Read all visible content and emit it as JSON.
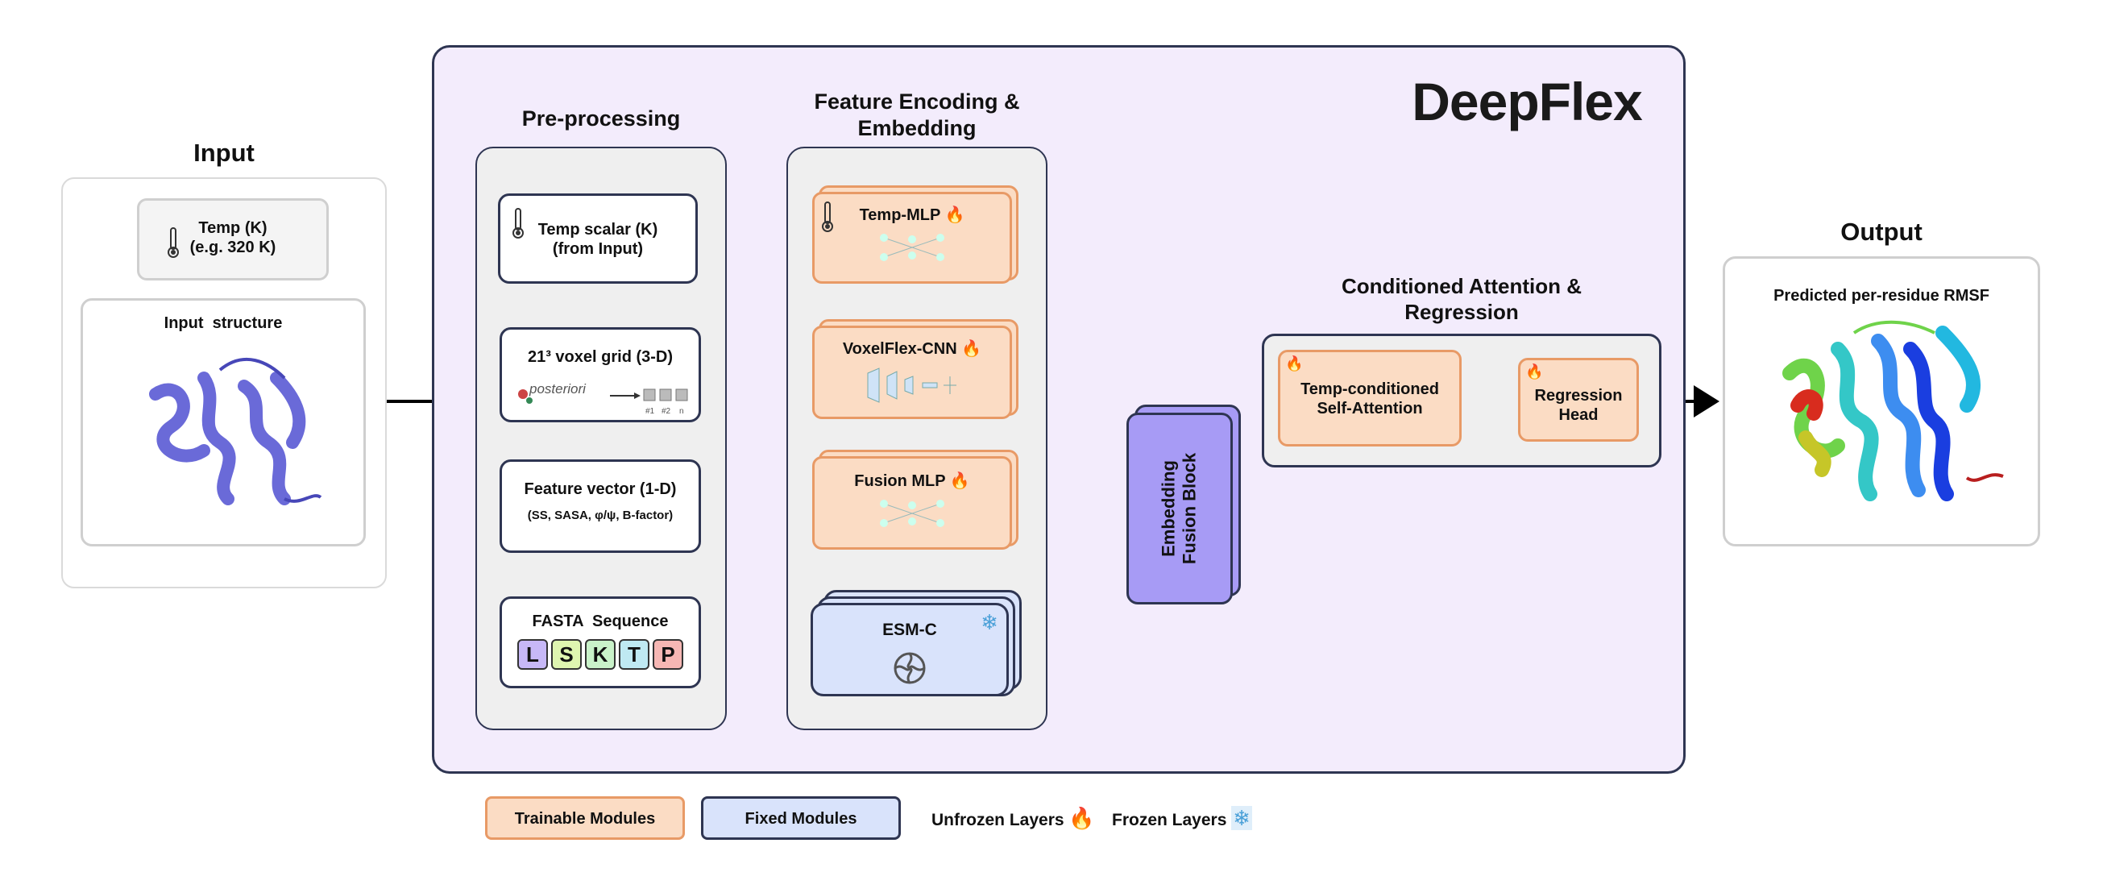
{
  "brand": "DeepFlex",
  "input": {
    "title": "Input",
    "temp_line1": "Temp (K)",
    "temp_line2": "(e.g. 320 K)",
    "structure_label": "Input  structure"
  },
  "preprocessing": {
    "title": "Pre-processing",
    "temp_line1": "Temp scalar (K)",
    "temp_line2": "(from Input)",
    "voxel_label": "21³ voxel grid (3-D)",
    "voxel_logo": "posteriori",
    "voxel_ticks": [
      "#1",
      "#2",
      "n"
    ],
    "feature_line1": "Feature vector (1-D)",
    "feature_line2": "(SS, SASA, φ/ψ, B-factor)",
    "fasta_label": "FASTA  Sequence",
    "fasta_letters": [
      "L",
      "S",
      "K",
      "T",
      "P"
    ]
  },
  "encoding": {
    "title_line1": "Feature Encoding &",
    "title_line2": "Embedding",
    "temp_mlp": "Temp-MLP",
    "voxelflex": "VoxelFlex-CNN",
    "fusion_mlp": "Fusion MLP",
    "esm": "ESM-C"
  },
  "fusion_block": {
    "line1": "Embedding",
    "line2": "Fusion Block"
  },
  "attention": {
    "title_line1": "Conditioned Attention &",
    "title_line2": "Regression",
    "self_attn_line1": "Temp-conditioned",
    "self_attn_line2": "Self-Attention",
    "regression_line1": "Regression",
    "regression_line2": "Head"
  },
  "output": {
    "title": "Output",
    "label": "Predicted per-residue RMSF"
  },
  "legend": {
    "trainable": "Trainable Modules",
    "fixed": "Fixed Modules",
    "unfrozen": "Unfrozen Layers",
    "frozen": "Frozen Layers"
  },
  "icons": {
    "flame": "flame-icon",
    "snowflake": "snowflake-icon",
    "thermometer": "thermometer-icon"
  },
  "colors": {
    "trainable_fill": "#fbdcc4",
    "trainable_border": "#e89a66",
    "fixed_fill": "#d9e3fb",
    "fusion_fill": "#a79bf5",
    "main_panel": "#f3ecfc",
    "fasta_L": "#c7b8f7",
    "fasta_S": "#dff5b0",
    "fasta_K": "#c9f2c9",
    "fasta_T": "#bfe9f2",
    "fasta_P": "#f6b7b4"
  }
}
